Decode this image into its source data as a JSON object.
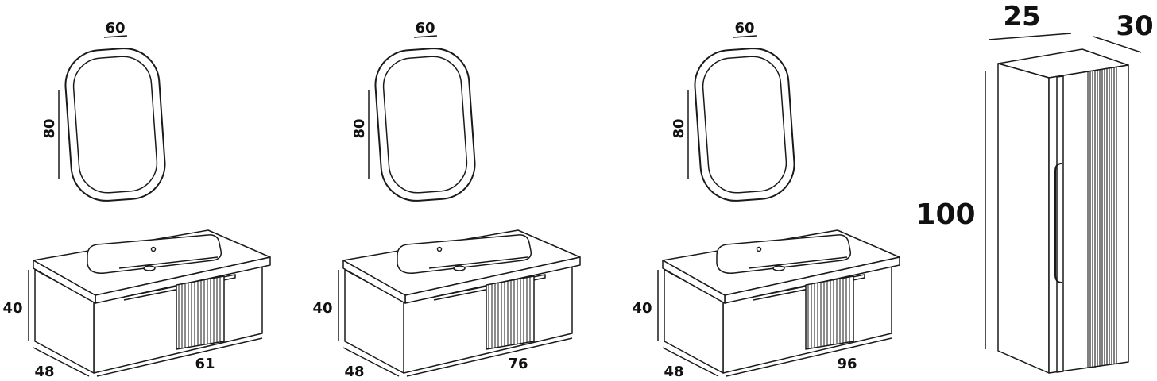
{
  "colors": {
    "line": "#1a1a1a",
    "fill": "#ffffff",
    "text": "#111111"
  },
  "sets": [
    {
      "mirror": {
        "width": "60",
        "height": "80"
      },
      "vanity": {
        "height": "40",
        "depth": "48",
        "width": "61"
      }
    },
    {
      "mirror": {
        "width": "60",
        "height": "80"
      },
      "vanity": {
        "height": "40",
        "depth": "48",
        "width": "76"
      }
    },
    {
      "mirror": {
        "width": "60",
        "height": "80"
      },
      "vanity": {
        "height": "40",
        "depth": "48",
        "width": "96"
      }
    }
  ],
  "tall_cabinet": {
    "width": "25",
    "depth": "30",
    "height": "100"
  }
}
